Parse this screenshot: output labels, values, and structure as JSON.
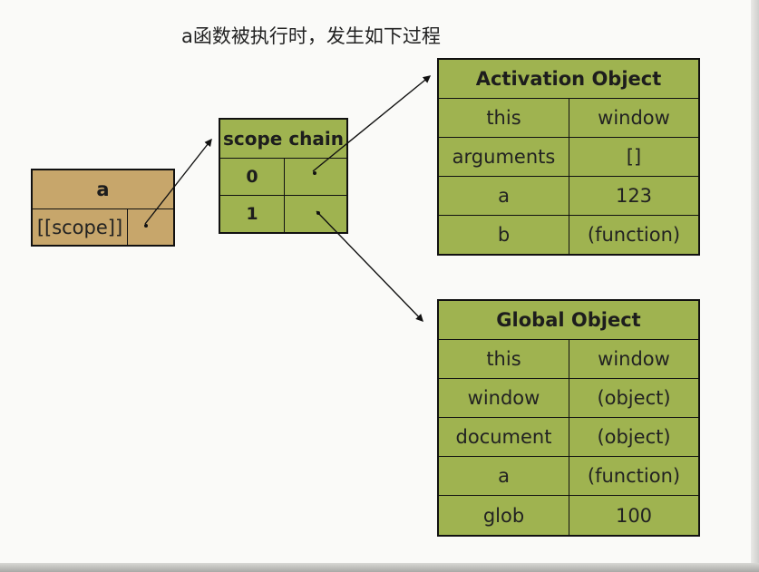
{
  "title": "a函数被执行时，发生如下过程",
  "func_box": {
    "header": "a",
    "rows": [
      "[[scope]]"
    ]
  },
  "scope_chain": {
    "header": "scope chain",
    "rows": [
      "0",
      "1"
    ]
  },
  "activation_object": {
    "header": "Activation Object",
    "rows": [
      {
        "key": "this",
        "value": "window"
      },
      {
        "key": "arguments",
        "value": "[]"
      },
      {
        "key": "a",
        "value": "123"
      },
      {
        "key": "b",
        "value": "(function)"
      }
    ]
  },
  "global_object": {
    "header": "Global Object",
    "rows": [
      {
        "key": "this",
        "value": "window"
      },
      {
        "key": "window",
        "value": "(object)"
      },
      {
        "key": "document",
        "value": "(object)"
      },
      {
        "key": "a",
        "value": "(function)"
      },
      {
        "key": "glob",
        "value": "100"
      }
    ]
  },
  "colors": {
    "func_fill": "#c7a66b",
    "object_fill": "#9fb350",
    "border": "#111111"
  }
}
